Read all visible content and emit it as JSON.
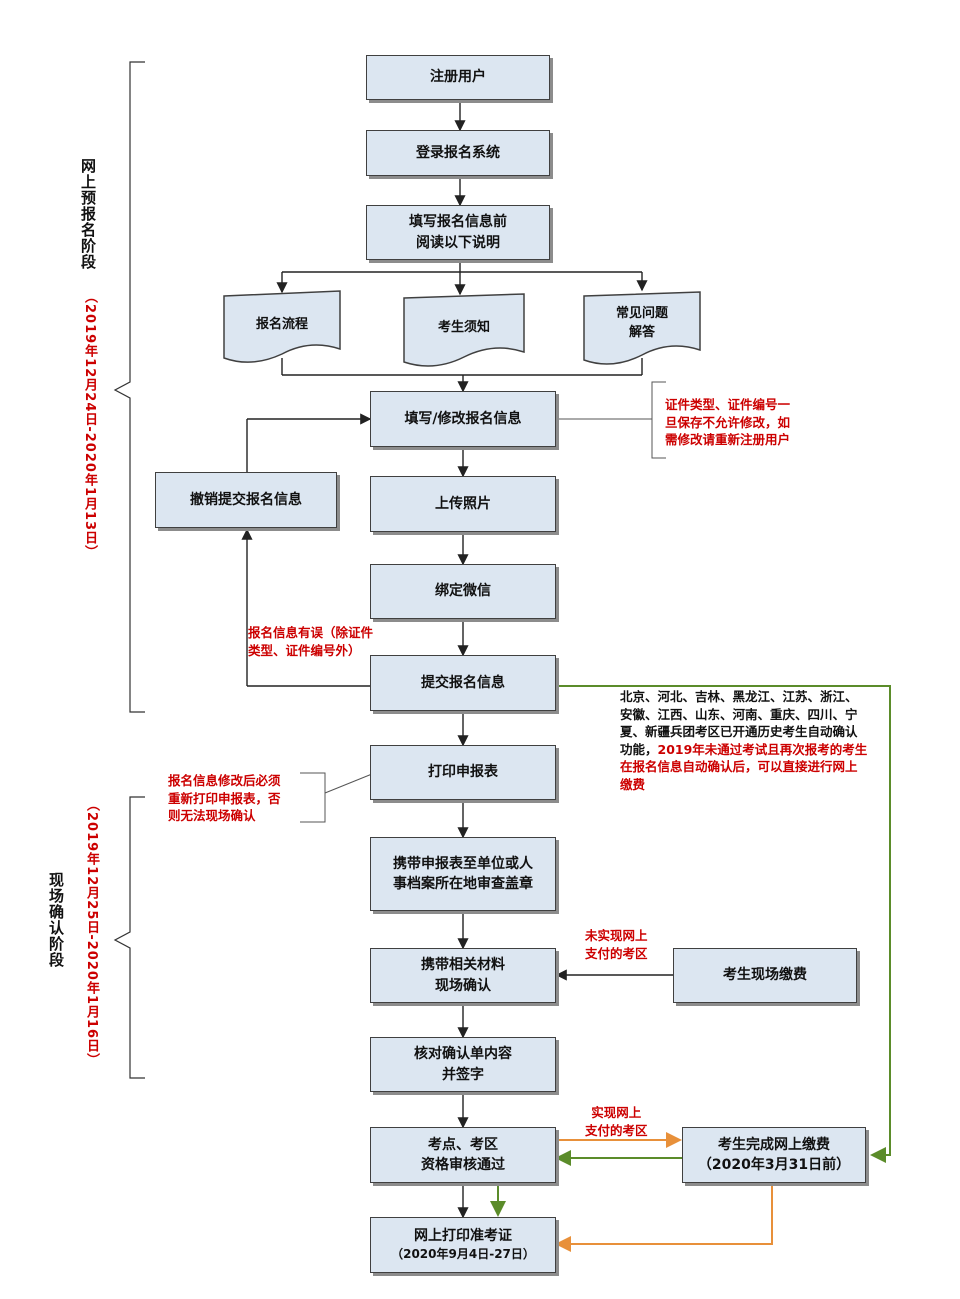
{
  "stage1": {
    "label": "网上预报名阶段",
    "dates": "（2019年12月24日-2020年1月13日）"
  },
  "stage2": {
    "label": "现场确认阶段",
    "dates": "（2019年12月25日-2020年1月16日）"
  },
  "boxes": {
    "register": "注册用户",
    "login": "登录报名系统",
    "read_line1": "填写报名信息前",
    "read_line2": "阅读以下说明",
    "fill": "填写/修改报名信息",
    "upload": "上传照片",
    "wechat": "绑定微信",
    "submit": "提交报名信息",
    "cancel": "撤销提交报名信息",
    "print": "打印申报表",
    "stamp_line1": "携带申报表至单位或人",
    "stamp_line2": "事档案所在地审查盖章",
    "confirm_line1": "携带相关材料",
    "confirm_line2": "现场确认",
    "sign_line1": "核对确认单内容",
    "sign_line2": "并签字",
    "qualify_line1": "考点、考区",
    "qualify_line2": "资格审核通过",
    "admit_line1": "网上打印准考证",
    "admit_line2": "（2020年9月4日-27日）",
    "onsite_pay": "考生现场缴费",
    "online_pay_line1": "考生完成网上缴费",
    "online_pay_line2": "（2020年3月31日前）"
  },
  "docs": {
    "process": "报名流程",
    "notice": "考生须知",
    "faq_line1": "常见问题",
    "faq_line2": "解答"
  },
  "notes": {
    "id_note_line1": "证件类型、证件编号一",
    "id_note_line2": "旦保存不允许修改，如",
    "id_note_line3": "需修改请重新注册用户",
    "error_line1": "报名信息有误（除证件",
    "error_line2": "类型、证件编号外）",
    "reprint_line1": "报名信息修改后必须",
    "reprint_line2": "重新打印申报表，否",
    "reprint_line3": "则无法现场确认",
    "region_line1": "北京、河北、吉林、黑龙江、江苏、浙江、",
    "region_line2": "安徽、江西、山东、河南、重庆、四川、宁",
    "region_line3": "夏、新疆兵团考区已开通历史考生自动确认",
    "region_line4_black": "功能，",
    "region_line4_red": "2019年未通过考试且再次报考的考生",
    "region_line5": "在报名信息自动确认后，可以直接进行网上",
    "region_line6": "缴费",
    "no_online_line1": "未实现网上",
    "no_online_line2": "支付的考区",
    "online_line1": "实现网上",
    "online_line2": "支付的考区"
  },
  "colors": {
    "box_fill": "#dce6f1",
    "note_red": "#cc0000",
    "green_arrow": "#5b8c2a",
    "orange_arrow": "#e8903a"
  }
}
